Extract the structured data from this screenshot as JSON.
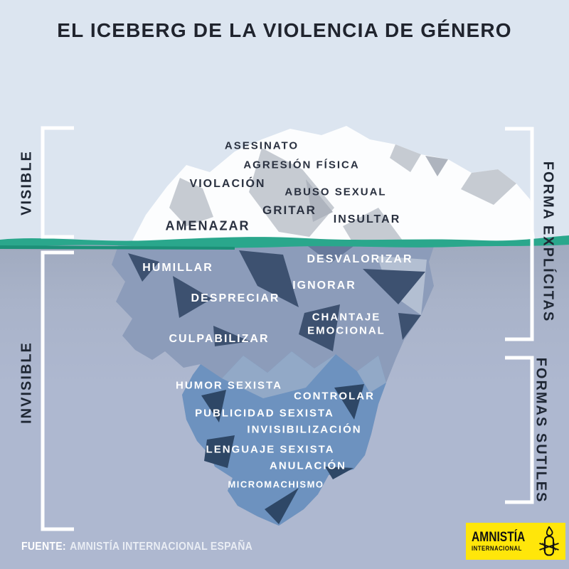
{
  "title": "EL ICEBERG DE LA VIOLENCIA DE GÉNERO",
  "side_labels": {
    "visible": "VISIBLE",
    "invisible": "INVISIBLE",
    "explicit": "FORMA EXPLÍCITAS",
    "subtle": "FORMAS SUTILES"
  },
  "visible_words": [
    "ASESINATO",
    "AGRESIÓN FÍSICA",
    "VIOLACIÓN",
    "ABUSO SEXUAL",
    "GRITAR",
    "INSULTAR",
    "AMENAZAR"
  ],
  "invisible_words": [
    "HUMILLAR",
    "DESVALORIZAR",
    "DESPRECIAR",
    "IGNORAR",
    "CHANTAJE EMOCIONAL",
    "CULPABILIZAR"
  ],
  "subtle_words": [
    "HUMOR SEXISTA",
    "CONTROLAR",
    "PUBLICIDAD SEXISTA",
    "INVISIBILIZACIÓN",
    "LENGUAJE SEXISTA",
    "ANULACIÓN",
    "MICROMACHISMO"
  ],
  "footer": {
    "source_label": "FUENTE:",
    "source_text": "AMNISTÍA INTERNACIONAL ESPAÑA"
  },
  "logo": {
    "line1": "AMNISTÍA",
    "line2": "INTERNACIONAL"
  },
  "colors": {
    "sky": "#dce5f0",
    "sea": "#aeb8d0",
    "waterline_teal": "#2aa78c",
    "ice_above": "#fcfdfe",
    "ice_facet_grey": "#c6cbd2",
    "ice_mid_blue": "#8c9cba",
    "ice_mid_dark_facet": "#3d5170",
    "ice_deep_blue": "#6d92bf",
    "ice_deep_dark_facet": "#2e4766",
    "text_dark": "#2a3140",
    "text_white": "#ffffff",
    "amnesty_yellow": "#ffe60a"
  }
}
